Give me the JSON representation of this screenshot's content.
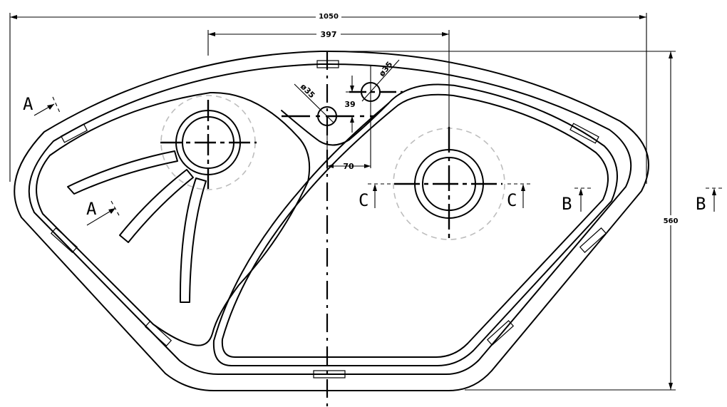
{
  "dimensions": {
    "overall_width": "1050",
    "center_offset": "397",
    "overall_depth": "560",
    "tap_hole_spacing": "70",
    "tap_hole_height": "39",
    "hole_diameter_left": "ø35",
    "hole_diameter_right": "ø35"
  },
  "section_marks": {
    "a_upper": "A",
    "a_lower": "A",
    "b_inner": "B",
    "b_outer": "B",
    "c_left": "C",
    "c_right": "C"
  },
  "colors": {
    "line": "#000000",
    "hidden_line": "#bdbdbd",
    "background": "#ffffff"
  }
}
